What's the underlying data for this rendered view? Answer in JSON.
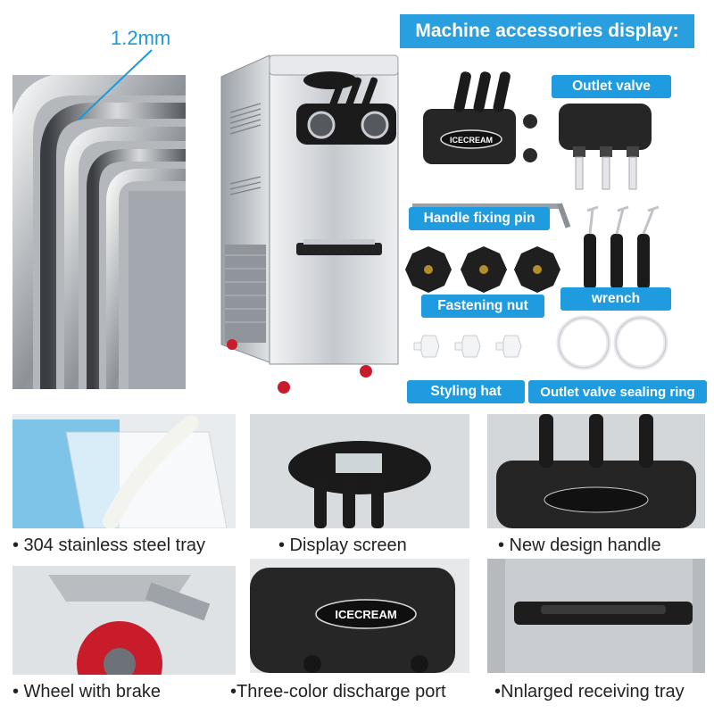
{
  "steel_panel": {
    "thickness_label": "1.2mm"
  },
  "header": {
    "title": "Machine accessories display:"
  },
  "accessories": {
    "outlet_valve": "Outlet valve",
    "handle_fixing_pin": "Handle fixing pin",
    "fastening_nut": "Fastening nut",
    "wrench": "wrench",
    "styling_hat": "Styling hat",
    "sealing_ring": "Outlet valve sealing ring",
    "brand": "ICECREAM"
  },
  "features": [
    {
      "caption": "• 304 stainless steel tray"
    },
    {
      "caption": "• Display screen"
    },
    {
      "caption": "• New design handle"
    },
    {
      "caption": "• Wheel with brake"
    },
    {
      "caption": "•Three-color discharge port"
    },
    {
      "caption": "•Nnlarged receiving tray"
    }
  ],
  "colors": {
    "accent": "#2a9fe0",
    "steel_light": "#e3e5e8",
    "steel_dark": "#7d8288",
    "handle_black": "#1b1b1b",
    "wheel_red": "#c81c2a"
  }
}
